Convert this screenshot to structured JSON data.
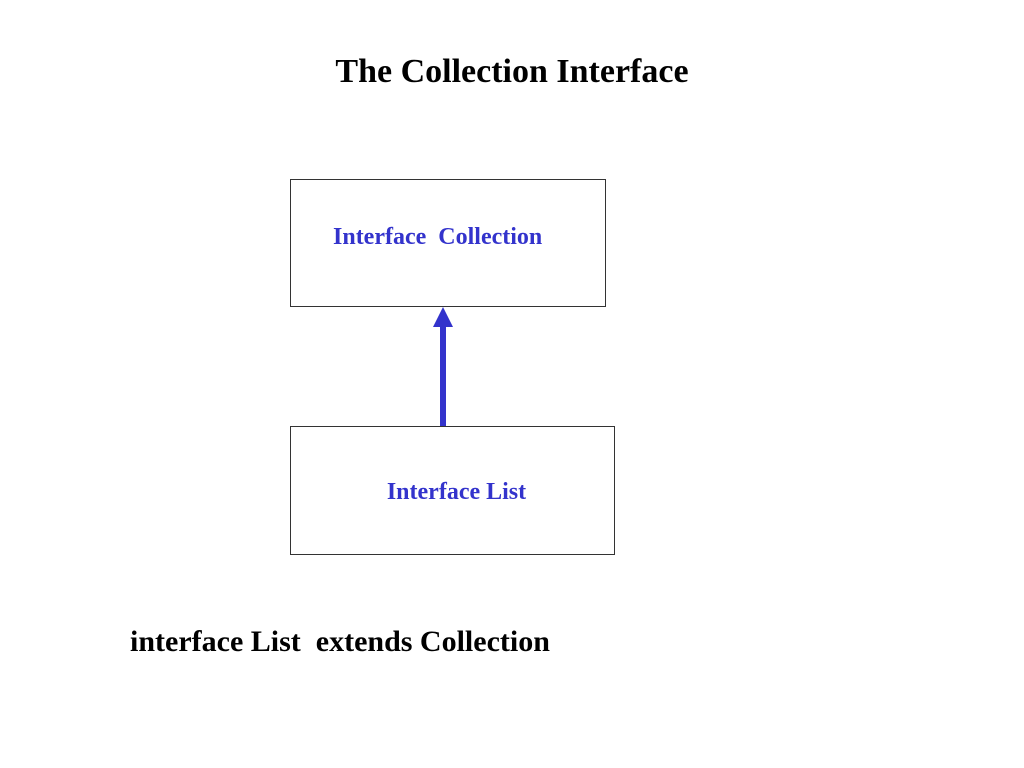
{
  "title": "The Collection Interface",
  "diagram": {
    "parent_box_label": "Interface  Collection",
    "child_box_label": "Interface List",
    "arrow_color": "#3333cc",
    "label_color": "#3333cc"
  },
  "declaration": "interface List  extends Collection"
}
